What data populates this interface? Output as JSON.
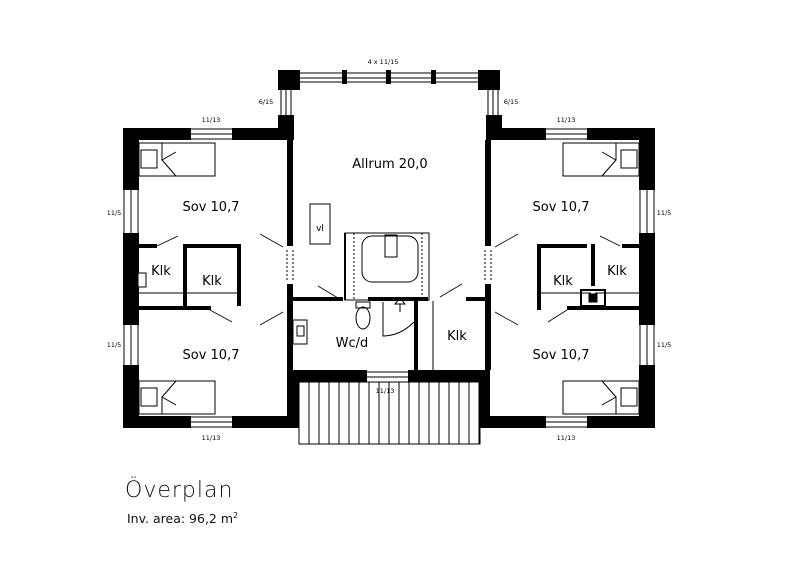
{
  "plan_title": "Överplan",
  "area_label": "Inv. area: 96,2 m",
  "area_unit_sup": "2",
  "rooms": {
    "allrum": "Allrum 20,0",
    "sov_nw": "Sov 10,7",
    "sov_ne": "Sov 10,7",
    "sov_sw": "Sov 10,7",
    "sov_se": "Sov 10,7",
    "klk_w1": "Klk",
    "klk_w2": "Klk",
    "klk_e1": "Klk",
    "klk_e2": "Klk",
    "klk_c": "Klk",
    "wc": "Wc/d",
    "vl": "vl"
  },
  "windows": {
    "top_center": "4 x 11/15",
    "top_left_side": "6/15",
    "top_right_side": "6/15",
    "nw_top": "11/13",
    "ne_top": "11/13",
    "sw_bottom": "11/13",
    "se_bottom": "11/13",
    "w_upper": "11/5",
    "w_lower": "11/5",
    "e_upper": "11/5",
    "e_lower": "11/5",
    "stair": "11/13"
  }
}
